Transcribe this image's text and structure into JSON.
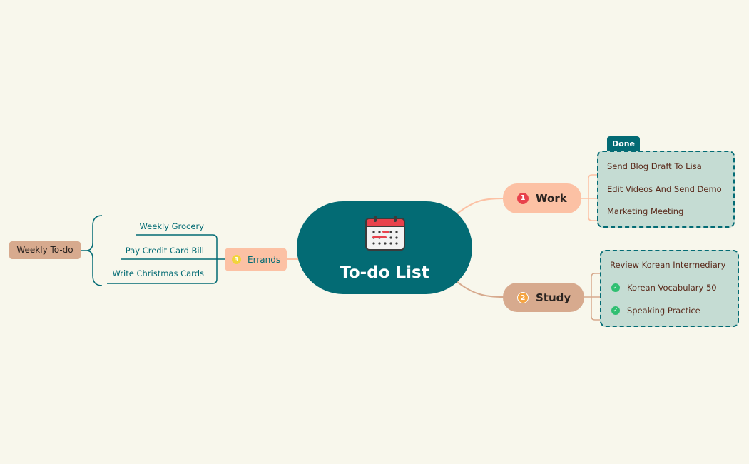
{
  "center": {
    "title": "To-do List",
    "icon": "calendar-icon"
  },
  "branches": {
    "work": {
      "label": "Work",
      "number": "1",
      "tag": "Done",
      "items": [
        "Send Blog Draft To Lisa",
        "Edit Videos And Send Demo",
        "Marketing Meeting"
      ]
    },
    "study": {
      "label": "Study",
      "number": "2",
      "items": [
        "Review Korean Intermediary",
        "Korean Vocabulary 50",
        "Speaking Practice"
      ]
    },
    "errands": {
      "label": "Errands",
      "number": "3",
      "items": [
        "Weekly Grocery",
        "Pay Credit Card Bill",
        "Write Christmas Cards"
      ]
    }
  },
  "summary": {
    "label": "Weekly To-do"
  },
  "colors": {
    "background": "#f8f7ec",
    "center": "#036b74",
    "work_branch": "#fcc1a4",
    "study_branch": "#d7aa8e",
    "group_fill": "#c5dcd3",
    "group_border": "#036b74",
    "check": "#2fbf71"
  }
}
